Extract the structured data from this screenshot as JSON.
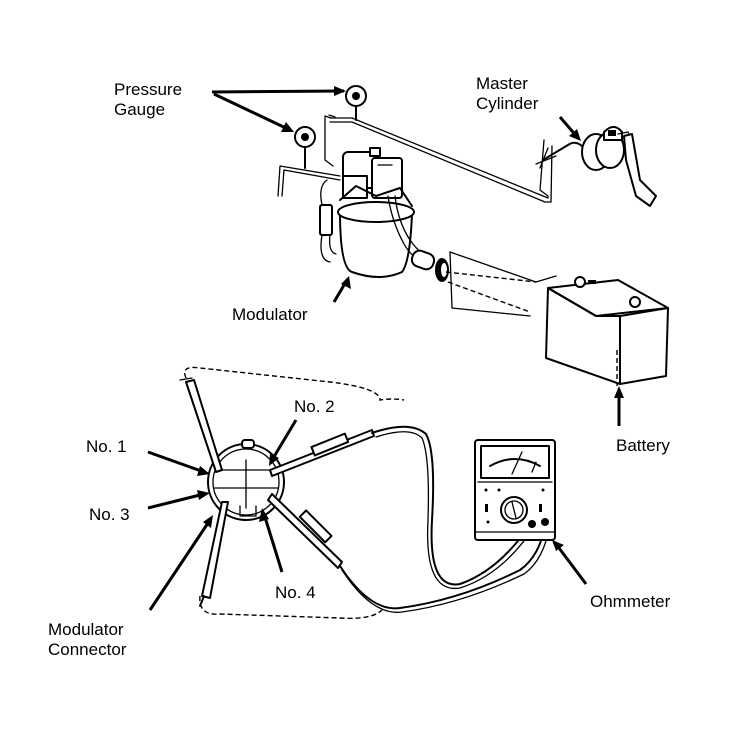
{
  "figure": {
    "title": "Modulator resistance test setup",
    "labels": {
      "pressure_gauge": [
        "Pressure",
        "Gauge"
      ],
      "master_cylinder": [
        "Master",
        "Cylinder"
      ],
      "modulator": "Modulator",
      "battery": "Battery",
      "no1": "No. 1",
      "no2": "No. 2",
      "no3": "No. 3",
      "no4": "No. 4",
      "modulator_connector": [
        "Modulator",
        "Connector"
      ],
      "ohmmeter": "Ohmmeter"
    },
    "components": [
      "pressure-gauge",
      "pressure-gauge",
      "master-cylinder",
      "modulator",
      "battery",
      "modulator-connector",
      "test-probes",
      "ohmmeter"
    ],
    "colors": {
      "ink": "#000000",
      "paper": "#ffffff"
    }
  }
}
